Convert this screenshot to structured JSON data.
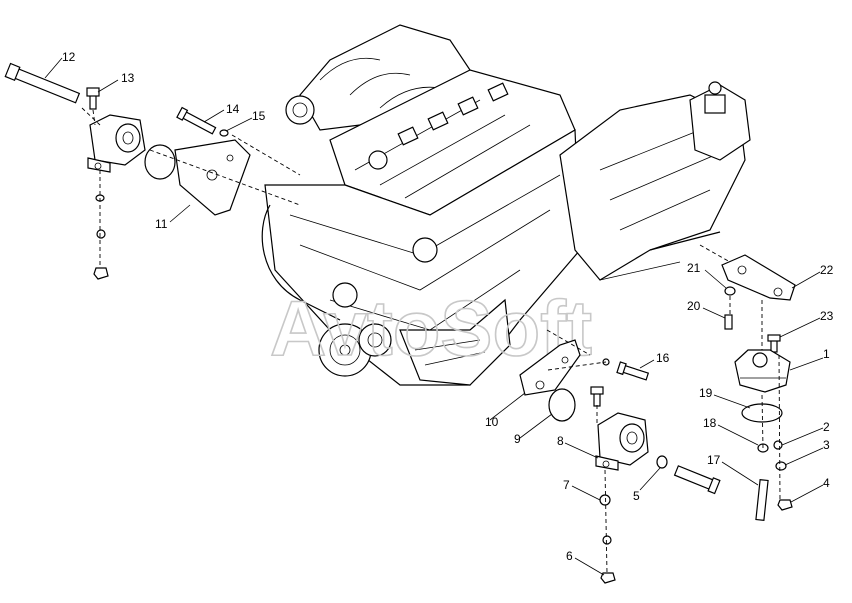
{
  "watermark": "AvtoSoft",
  "callouts": [
    {
      "id": "c1",
      "label": "1"
    },
    {
      "id": "c2",
      "label": "2"
    },
    {
      "id": "c3",
      "label": "3"
    },
    {
      "id": "c4",
      "label": "4"
    },
    {
      "id": "c5",
      "label": "5"
    },
    {
      "id": "c6",
      "label": "6"
    },
    {
      "id": "c7",
      "label": "7"
    },
    {
      "id": "c8",
      "label": "8"
    },
    {
      "id": "c9",
      "label": "9"
    },
    {
      "id": "c10",
      "label": "10"
    },
    {
      "id": "c11",
      "label": "11"
    },
    {
      "id": "c12",
      "label": "12"
    },
    {
      "id": "c13",
      "label": "13"
    },
    {
      "id": "c14",
      "label": "14"
    },
    {
      "id": "c15",
      "label": "15"
    },
    {
      "id": "c16",
      "label": "16"
    },
    {
      "id": "c17",
      "label": "17"
    },
    {
      "id": "c18",
      "label": "18"
    },
    {
      "id": "c19",
      "label": "19"
    },
    {
      "id": "c20",
      "label": "20"
    },
    {
      "id": "c21",
      "label": "21"
    },
    {
      "id": "c22",
      "label": "22"
    },
    {
      "id": "c23",
      "label": "23"
    }
  ]
}
